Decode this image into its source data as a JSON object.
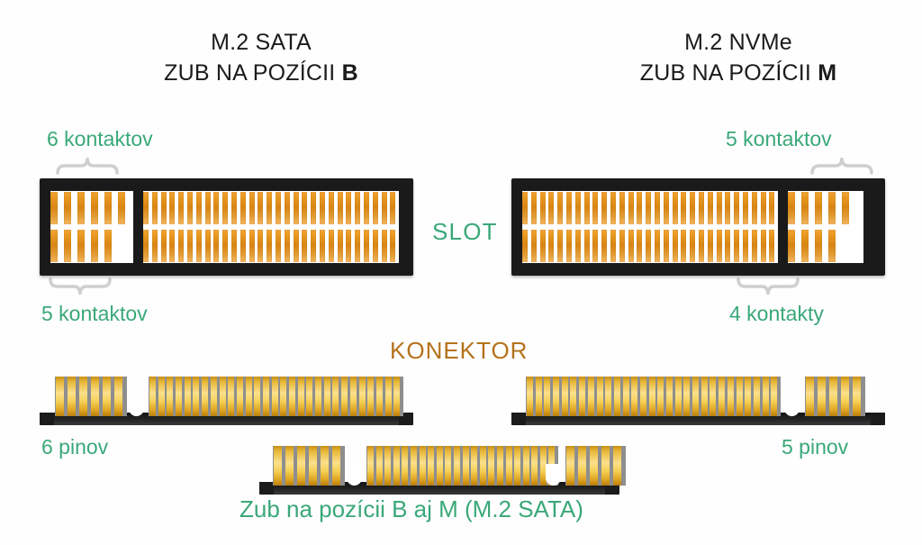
{
  "headings": {
    "left": {
      "line1": "M.2 SATA",
      "line2_prefix": "ZUB NA POZÍCII ",
      "line2_key": "B"
    },
    "right": {
      "line1": "M.2 NVMe",
      "line2_prefix": "ZUB NA POZÍCII ",
      "line2_key": "M"
    }
  },
  "labels": {
    "slot": "SLOT",
    "konektor": "KONEKTOR",
    "left_top_contacts": "6 kontaktov",
    "left_bottom_contacts": "5 kontaktov",
    "right_top_contacts": "5 kontaktov",
    "right_bottom_contacts": "4 kontakty",
    "left_pins": "6 pinov",
    "right_pins": "5 pinov",
    "bottom_note": "Zub na pozícii B aj M (M.2 SATA)"
  },
  "colors": {
    "accent_green": "#3aa878",
    "konektor_brown": "#b5721c",
    "heading_black": "#1b1b1b",
    "slot_housing": "#1a1a1a",
    "contact_orange": "#e8981f",
    "pin_gold": "#f6d159",
    "brace_gray": "#cfcfcf",
    "background": "#fefefe"
  },
  "diagram": {
    "slot_left": {
      "name": "M.2 SATA slot (B key)",
      "small_section_side": "left",
      "small_top_contacts": 6,
      "small_bottom_contacts": 5,
      "large_top_contacts": 29,
      "large_bottom_contacts": 29
    },
    "slot_right": {
      "name": "M.2 NVMe slot (M key)",
      "small_section_side": "right",
      "small_top_contacts": 5,
      "small_bottom_contacts": 4,
      "large_top_contacts": 29,
      "large_bottom_contacts": 29
    },
    "connector_left": {
      "name": "M.2 SATA connector (B key)",
      "left_pins": 6,
      "right_pins": 29,
      "notch_position": "after-left-bank"
    },
    "connector_right": {
      "name": "M.2 NVMe connector (M key)",
      "left_pins": 29,
      "right_pins": 5,
      "notch_position": "before-right-bank"
    },
    "connector_center": {
      "name": "M.2 SATA connector (B+M key)",
      "left_pins": 6,
      "middle_pins": 22,
      "right_pins": 5,
      "notches": 2
    }
  }
}
